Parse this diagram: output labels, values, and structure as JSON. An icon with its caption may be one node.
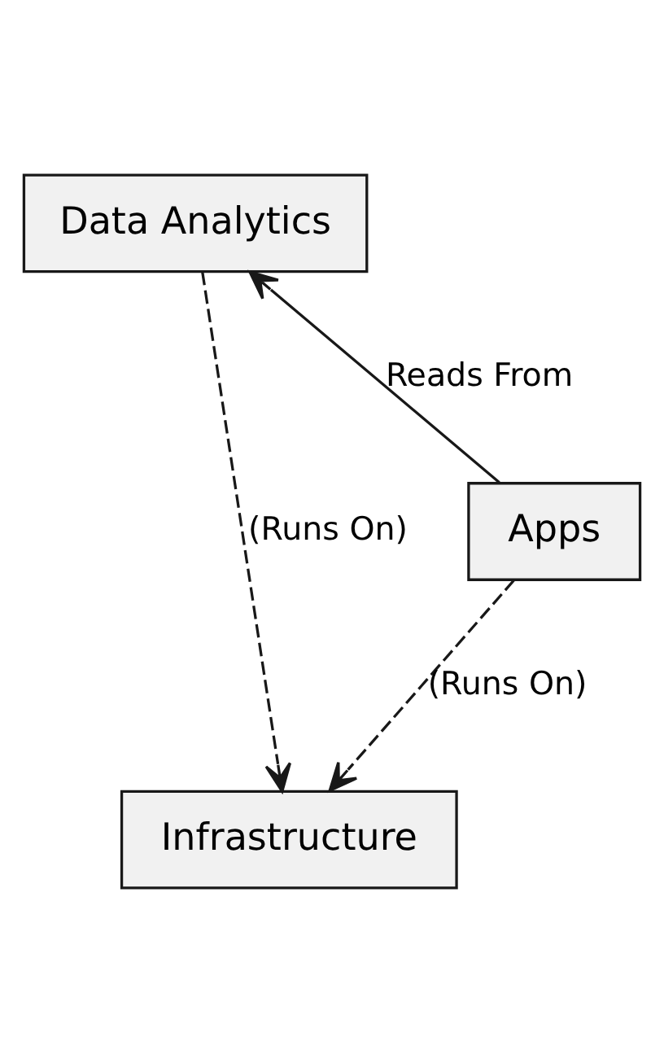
{
  "diagram": {
    "nodes": [
      {
        "text": [
          "Data Analytics"
        ]
      },
      {
        "text": [
          "Apps"
        ]
      },
      {
        "text": [
          "Infrastructure"
        ]
      }
    ],
    "edges": [
      {
        "from": 1,
        "to": 0,
        "arrow": "to",
        "label": "Reads From"
      },
      {
        "from": 0,
        "to": 2,
        "arrow": "to",
        "label": "(Runs On)",
        "style": "dashed"
      },
      {
        "from": 1,
        "to": 2,
        "arrow": "to",
        "label": "(Runs On)",
        "style": "dashed"
      }
    ]
  }
}
